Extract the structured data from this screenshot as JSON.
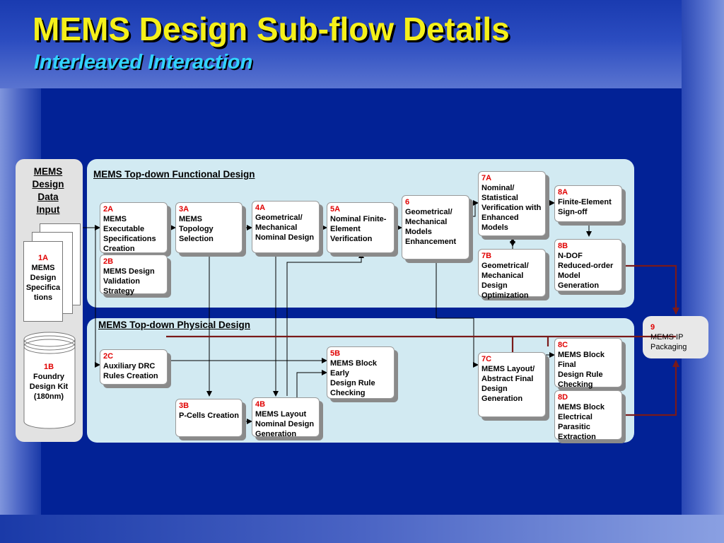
{
  "slide": {
    "title": "MEMS Design Sub-flow Details",
    "subtitle": "Interleaved Interaction"
  },
  "input_panel": {
    "title": "MEMS\nDesign\nData\nInput",
    "doc": {
      "id": "1A",
      "text": "MEMS\nDesign\nSpecifica\ntions"
    },
    "kit": {
      "id": "1B",
      "text": "Foundry\nDesign Kit\n(180nm)"
    }
  },
  "functional": {
    "label": "MEMS Top-down Functional Design",
    "boxes": [
      {
        "id": "2A",
        "text": "MEMS\nExecutable\nSpecifications\nCreation"
      },
      {
        "id": "2B",
        "text": "MEMS Design\nValidation\nStrategy"
      },
      {
        "id": "3A",
        "text": "MEMS\nTopology\nSelection"
      },
      {
        "id": "4A",
        "text": "Geometrical/\nMechanical\nNominal Design"
      },
      {
        "id": "5A",
        "text": "Nominal Finite-\nElement\nVerification"
      },
      {
        "id": "6",
        "text": "Geometrical/\nMechanical\nModels\nEnhancement"
      },
      {
        "id": "7A",
        "text": "Nominal/\nStatistical\nVerification with\nEnhanced\nModels"
      },
      {
        "id": "7B",
        "text": "Geometrical/\nMechanical\nDesign\nOptimization"
      },
      {
        "id": "8A",
        "text": "Finite-Element\nSign-off"
      },
      {
        "id": "8B",
        "text": "N-DOF\nReduced-order\nModel\nGeneration"
      }
    ]
  },
  "physical": {
    "label": "MEMS Top-down Physical Design",
    "boxes": [
      {
        "id": "2C",
        "text": "Auxiliary DRC\nRules Creation"
      },
      {
        "id": "3B",
        "text": "P-Cells Creation"
      },
      {
        "id": "4B",
        "text": "MEMS Layout\nNominal Design\nGeneration"
      },
      {
        "id": "5B",
        "text": "MEMS Block\nEarly\nDesign Rule\nChecking"
      },
      {
        "id": "7C",
        "text": "MEMS Layout/\nAbstract Final\nDesign\nGeneration"
      },
      {
        "id": "8C",
        "text": "MEMS Block\nFinal\nDesign Rule\nChecking"
      },
      {
        "id": "8D",
        "text": "MEMS Block\nElectrical\nParasitic\nExtraction"
      }
    ]
  },
  "output": {
    "id": "9",
    "text": "MEMS IP\nPackaging"
  },
  "colors": {
    "arrow": "#000000",
    "feedback": "#7a1a1a",
    "id_text": "#e00000"
  }
}
